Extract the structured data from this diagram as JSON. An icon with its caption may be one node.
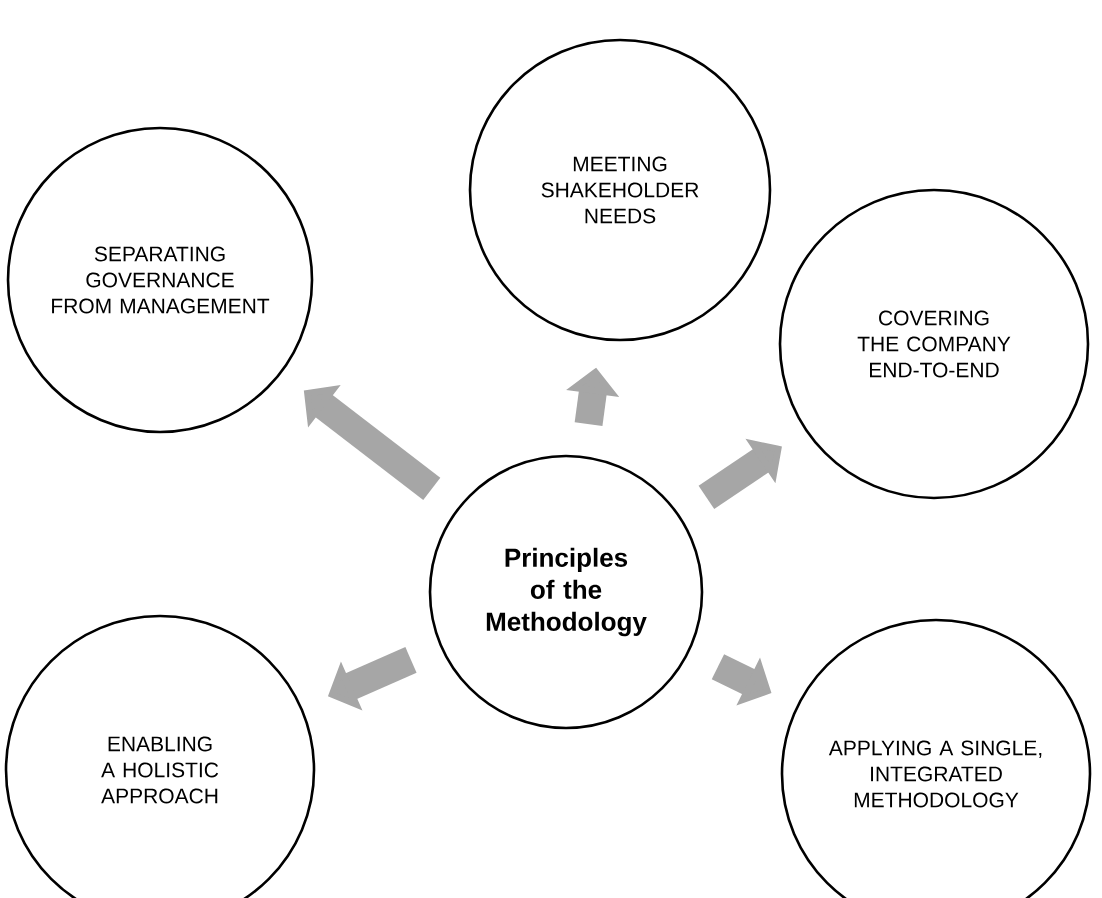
{
  "diagram": {
    "nodes": [
      {
        "text": [
          "MEETING SHAKEHOLDER NEEDS"
        ]
      },
      {
        "text": [
          "SEPARATING GOVERNANCE FROM MANAGEMENT"
        ]
      },
      {
        "text": [
          "COVERING THE COMPANY END-TO-END"
        ]
      },
      {
        "text": [
          "Principles of the Methodology"
        ]
      },
      {
        "text": [
          "ENABLING A HOLISTIC APPROACH"
        ]
      },
      {
        "text": [
          "APPLYING A SINGLE, INTEGRATED METHODOLOGY"
        ]
      }
    ],
    "edges": [
      {
        "from": 3,
        "to": 0,
        "arrow": "to"
      },
      {
        "from": 3,
        "to": 1,
        "arrow": "to"
      },
      {
        "from": 3,
        "to": 2,
        "arrow": "to"
      },
      {
        "from": 3,
        "to": 4,
        "arrow": "to"
      },
      {
        "from": 3,
        "to": 5,
        "arrow": "to"
      }
    ]
  }
}
